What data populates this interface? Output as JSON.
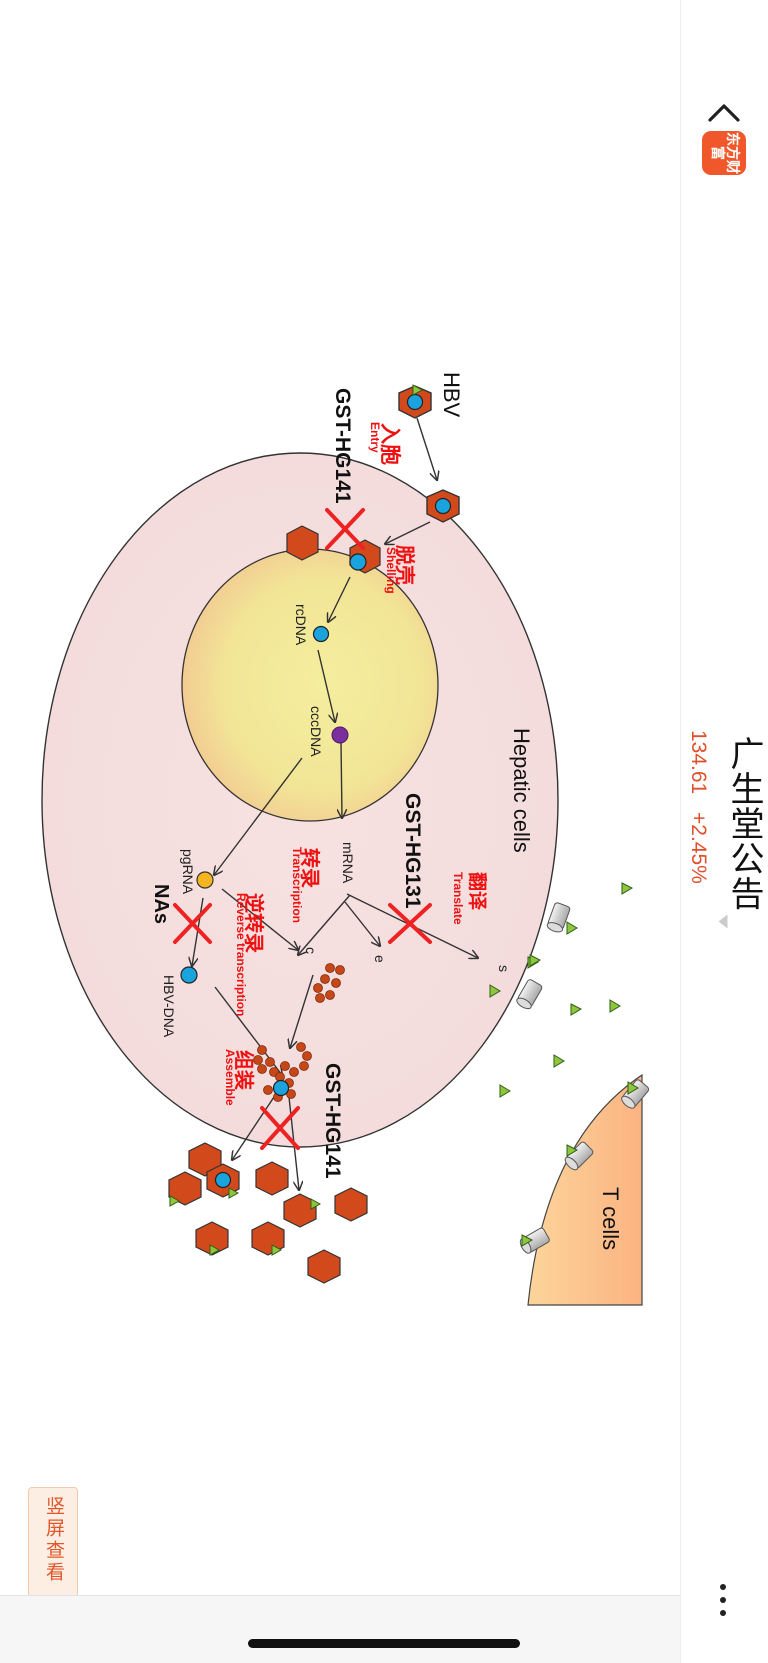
{
  "header": {
    "title": "广生堂公告",
    "price": "134.61",
    "change": "+2.45%",
    "logo_text": "东方财富"
  },
  "footer": {
    "portrait_button": "竖屏查看"
  },
  "diagram": {
    "hbv": "HBV",
    "entry_cn": "入胞",
    "entry_en": "Entry",
    "gst_hg141_top": "GST-HG141",
    "shelling_cn": "脱壳",
    "shelling_en": "Shelling",
    "rcdna": "rcDNA",
    "cccdna": "cccDNA",
    "hepatic_cells": "Hepatic cells",
    "gst_hg131": "GST-HG131",
    "translate_cn": "翻译",
    "translate_en": "Translate",
    "transcription_cn": "转录",
    "transcription_en": "Transcription",
    "mrna": "mRNA",
    "s_label": "s",
    "e_label": "e",
    "c_label": "c",
    "rt_cn": "逆转录",
    "rt_en": "Reverse transcription",
    "pgrna": "pgRNA",
    "nas": "NAs",
    "hbv_dna": "HBV-DNA",
    "assemble_cn": "组装",
    "assemble_en": "Assemble",
    "gst_hg141_bottom": "GST-HG141",
    "t_cells": "T cells"
  },
  "colors": {
    "accent": "#e0502a",
    "cell": "#f5dcdb",
    "nucleus": "#f2e59a",
    "virus": "#d24a1c",
    "core": "#1aa3dc",
    "inhibit": "#ee2222",
    "tcell": "#fbbf8a",
    "antigen": "#8ec63f"
  }
}
